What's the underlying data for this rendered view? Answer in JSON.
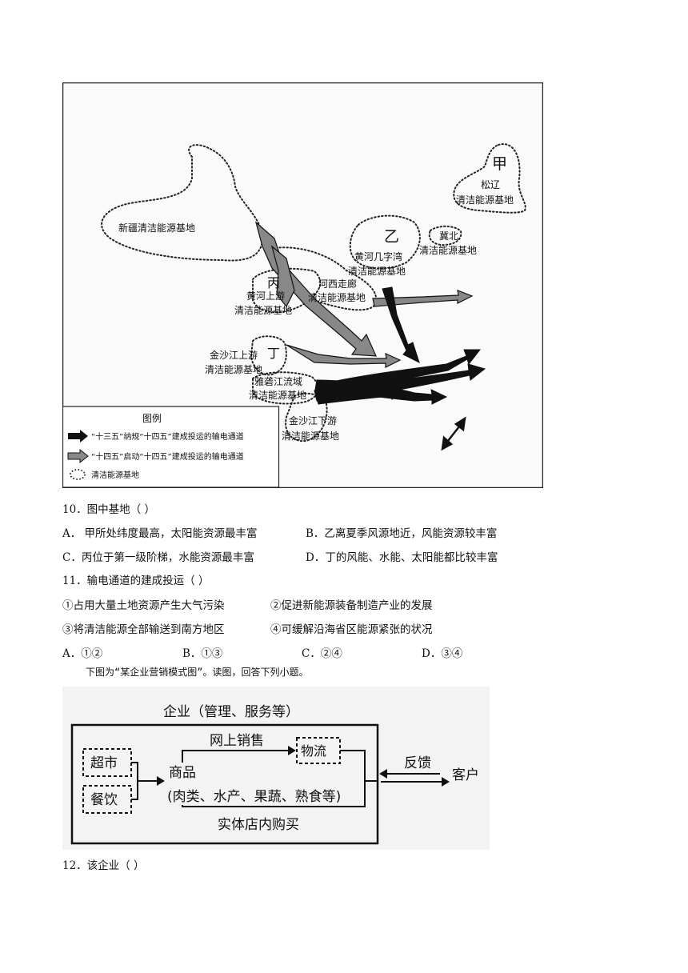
{
  "map": {
    "regions": {
      "jia_char": "甲",
      "jia_l1": "松辽",
      "jia_l2": "清洁能源基地",
      "xinjiang": "新疆清洁能源基地",
      "yi_char": "乙",
      "yi_l1": "黄河几字湾",
      "yi_l2": "清洁能源基地",
      "jibei_l1": "冀北",
      "jibei_l2": "清洁能源基地",
      "bing_char": "丙",
      "bing_l1": "黄河上游",
      "bing_l2": "清洁能源基地",
      "hexi_l1": "河西走廊",
      "hexi_l2": "清洁能源基地",
      "ding_char": "丁",
      "ding_l1": "金沙江上游",
      "ding_l2": "清洁能源基地",
      "yalong_l1": "雅砻江流域",
      "yalong_l2": "清洁能源基地",
      "jinxia_l1": "金沙江下游",
      "jinxia_l2": "清洁能源基地"
    },
    "legend": {
      "title": "图例",
      "item1": "“十三五”纳规“十四五”建成投运的输电通道",
      "item2": "“十四五”启动“十四五”建成投运的输电通道",
      "item3": "清洁能源基地"
    }
  },
  "q10": {
    "stem": "10．图中基地（    ）",
    "A": "A．  甲所处纬度最高，太阳能资源最丰富",
    "B": "B．乙离夏季风源地近，风能资源较丰富",
    "C": "C．丙位于第一级阶梯，水能资源最丰富",
    "D": "D．丁的风能、水能、太阳能都比较丰富"
  },
  "q11": {
    "stem": "11．输电通道的建成投运（    ）",
    "s1": "①占用大量土地资源产生大气污染",
    "s2": "②促进新能源装备制造产业的发展",
    "s3": "③将清洁能源全部输送到南方地区",
    "s4": "④可缓解沿海省区能源紧张的状况",
    "A": "A．①②",
    "B": "B．①③",
    "C": "C．②④",
    "D": "D．③④"
  },
  "intro": "下图为“某企业营销模式图”。读图，回答下列小题。",
  "diagram": {
    "title": "企业（管理、服务等）",
    "supermarket": "超市",
    "catering": "餐饮",
    "online": "网上销售",
    "logistics": "物流",
    "goods": "商品",
    "goods_detail": "(肉类、水产、果蔬、熟食等)",
    "instore": "实体店内购买",
    "feedback": "反馈",
    "customer": "客户"
  },
  "q12": {
    "stem": "12．该企业（    ）"
  }
}
